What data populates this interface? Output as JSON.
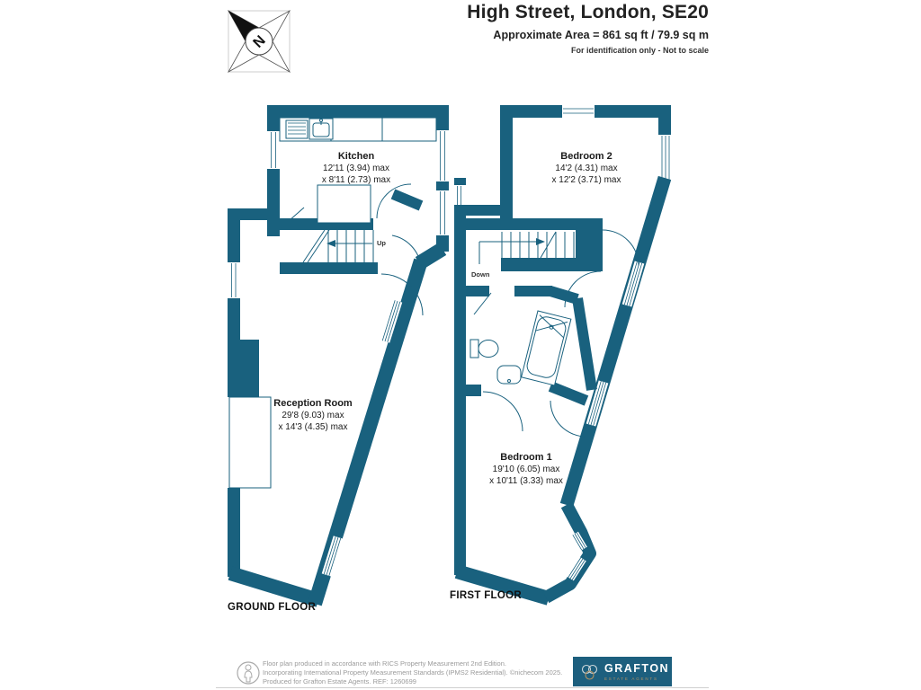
{
  "header": {
    "title": "High Street, London, SE20",
    "subtitle": "Approximate Area = 861 sq ft / 79.9 sq m",
    "note": "For identification only - Not to scale",
    "compass_letter": "N"
  },
  "floors": {
    "ground": {
      "label": "GROUND FLOOR",
      "stairs_label": "Up",
      "rooms": [
        {
          "name": "Kitchen",
          "dim1": "12'11 (3.94) max",
          "dim2": "x 8'11 (2.73) max"
        },
        {
          "name": "Reception Room",
          "dim1": "29'8 (9.03) max",
          "dim2": "x 14'3 (4.35) max"
        }
      ]
    },
    "first": {
      "label": "FIRST FLOOR",
      "stairs_label": "Down",
      "rooms": [
        {
          "name": "Bedroom 2",
          "dim1": "14'2 (4.31) max",
          "dim2": "x 12'2 (3.71) max"
        },
        {
          "name": "Bedroom 1",
          "dim1": "19'10 (6.05) max",
          "dim2": "x 10'11 (3.33) max"
        }
      ]
    }
  },
  "footer": {
    "line1": "Floor plan produced in accordance with RICS Property Measurement 2nd Edition.",
    "line2": "Incorporating International Property Measurement Standards (IPMS2 Residential).  ©nichecom 2025.",
    "line3": "Produced for Grafton Estate Agents.   REF: 1260699",
    "logo": {
      "name": "GRAFTON",
      "tagline": "ESTATE AGENTS"
    }
  },
  "colors": {
    "wall": "#19617E",
    "text": "#1B1B1B",
    "footer_text": "#9A9A9A",
    "logo_bg": "#1D5F7E",
    "logo_gold": "#B29162"
  }
}
